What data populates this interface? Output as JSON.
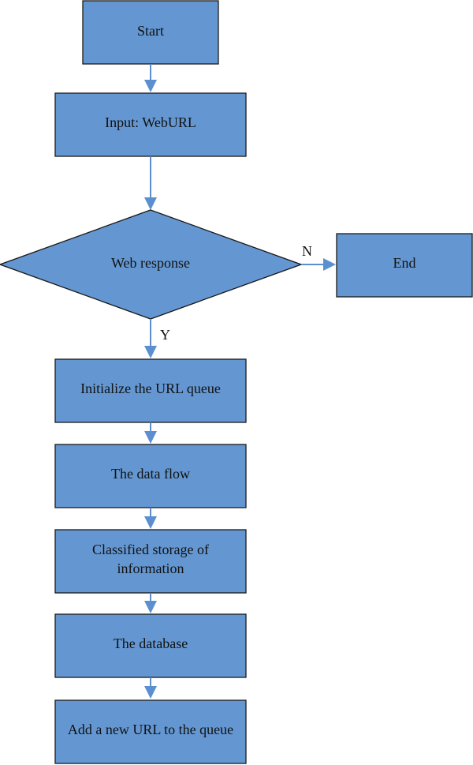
{
  "flowchart": {
    "nodes": {
      "start": "Start",
      "input": "Input: WebURL",
      "decision": "Web response",
      "end": "End",
      "init_queue_line1": "Initialize the URL queue",
      "data_flow": "The data flow",
      "classified_line1": "Classified storage of",
      "classified_line2": "information",
      "database": "The database",
      "add_url": "Add a new URL to the queue"
    },
    "branches": {
      "no": "N",
      "yes": "Y"
    },
    "colors": {
      "box_fill": "#6497d2",
      "arrow": "#5b8fd0",
      "border": "#1a1a1a"
    }
  }
}
